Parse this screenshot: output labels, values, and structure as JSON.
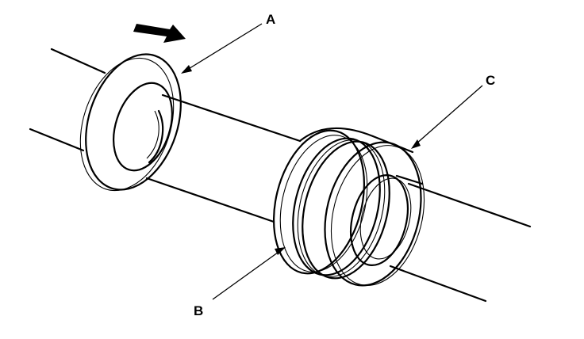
{
  "callouts": {
    "a": "A",
    "b": "B",
    "c": "C"
  },
  "icons": {
    "direction": "arrow-icon"
  },
  "colors": {
    "line": "#000000",
    "background": "#ffffff"
  }
}
